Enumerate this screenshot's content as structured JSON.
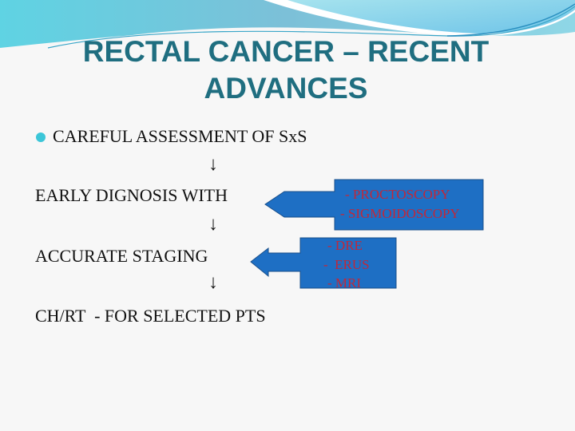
{
  "title": "RECTAL CANCER – RECENT ADVANCES",
  "lines": [
    "CAREFUL ASSESSMENT OF SxS",
    "EARLY DIGNOSIS WITH",
    "ACCURATE STAGING",
    "CH/RT  - FOR SELECTED PTS"
  ],
  "arrow_glyph": "↓",
  "callout1": [
    "- PROCTOSCOPY",
    "- SIGMOIDOSCOPY"
  ],
  "callout2": [
    "- DRE",
    "-  ERUS",
    "- MRI"
  ],
  "colors": {
    "title": "#1f6e80",
    "callout_fill": "#1e6fc4",
    "callout_text": "#c0283a",
    "bullet": "#3cc6d8"
  }
}
